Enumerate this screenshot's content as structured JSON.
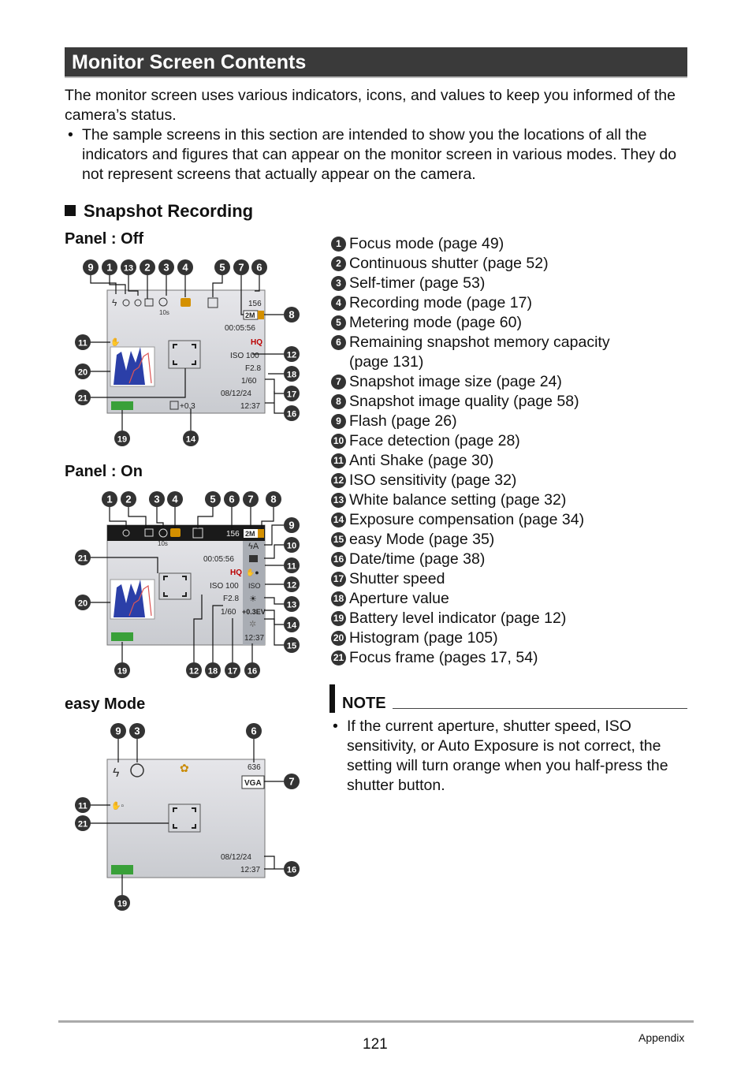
{
  "title": "Monitor Screen Contents",
  "intro": "The monitor screen uses various indicators, icons, and values to keep you informed of the camera’s status.",
  "bullet": "The sample screens in this section are intended to show you the locations of all the indicators and figures that can appear on the monitor screen in various modes. They do not represent screens that actually appear on the camera.",
  "section_heading": "Snapshot Recording",
  "panels": {
    "off": "Panel : Off",
    "on": "Panel : On",
    "easy": "easy Mode"
  },
  "legend": [
    {
      "num": "1",
      "text": "Focus mode (page 49)"
    },
    {
      "num": "2",
      "text": "Continuous shutter (page 52)"
    },
    {
      "num": "3",
      "text": "Self-timer (page 53)"
    },
    {
      "num": "4",
      "text": "Recording mode (page 17)"
    },
    {
      "num": "5",
      "text": "Metering mode (page 60)"
    },
    {
      "num": "6",
      "text": "Remaining snapshot memory capacity",
      "cont": "(page 131)"
    },
    {
      "num": "7",
      "text": "Snapshot image size (page 24)"
    },
    {
      "num": "8",
      "text": "Snapshot image quality (page 58)"
    },
    {
      "num": "9",
      "text": "Flash (page 26)"
    },
    {
      "num": "10",
      "text": "Face detection (page 28)"
    },
    {
      "num": "11",
      "text": "Anti Shake (page 30)"
    },
    {
      "num": "12",
      "text": "ISO sensitivity (page 32)"
    },
    {
      "num": "13",
      "text": "White balance setting (page 32)"
    },
    {
      "num": "14",
      "text": "Exposure compensation (page 34)"
    },
    {
      "num": "15",
      "text": "easy Mode (page 35)"
    },
    {
      "num": "16",
      "text": "Date/time (page 38)"
    },
    {
      "num": "17",
      "text": "Shutter speed"
    },
    {
      "num": "18",
      "text": "Aperture value"
    },
    {
      "num": "19",
      "text": "Battery level indicator (page 12)"
    },
    {
      "num": "20",
      "text": "Histogram (page 105)"
    },
    {
      "num": "21",
      "text": "Focus frame (pages 17, 54)"
    }
  ],
  "note": {
    "label": "NOTE",
    "text": "If the current aperture, shutter speed, ISO sensitivity, or Auto Exposure is not correct, the setting will turn orange when you half-press the shutter button."
  },
  "screen_values": {
    "remaining": "156",
    "size": "2M",
    "quality": "HQ",
    "iso": "ISO 100",
    "aperture": "F2.8",
    "shutter": "1/60",
    "date": "08/12/24",
    "time": "12:37",
    "ev": "+0.3",
    "ev_on": "+0.3EV",
    "iso_short": "ISO",
    "easy_remaining": "636",
    "easy_size": "VGA",
    "timer": "10s",
    "counter": "00:05:56"
  },
  "bullet_symbol": "•",
  "footer": {
    "page": "121",
    "section": "Appendix"
  }
}
